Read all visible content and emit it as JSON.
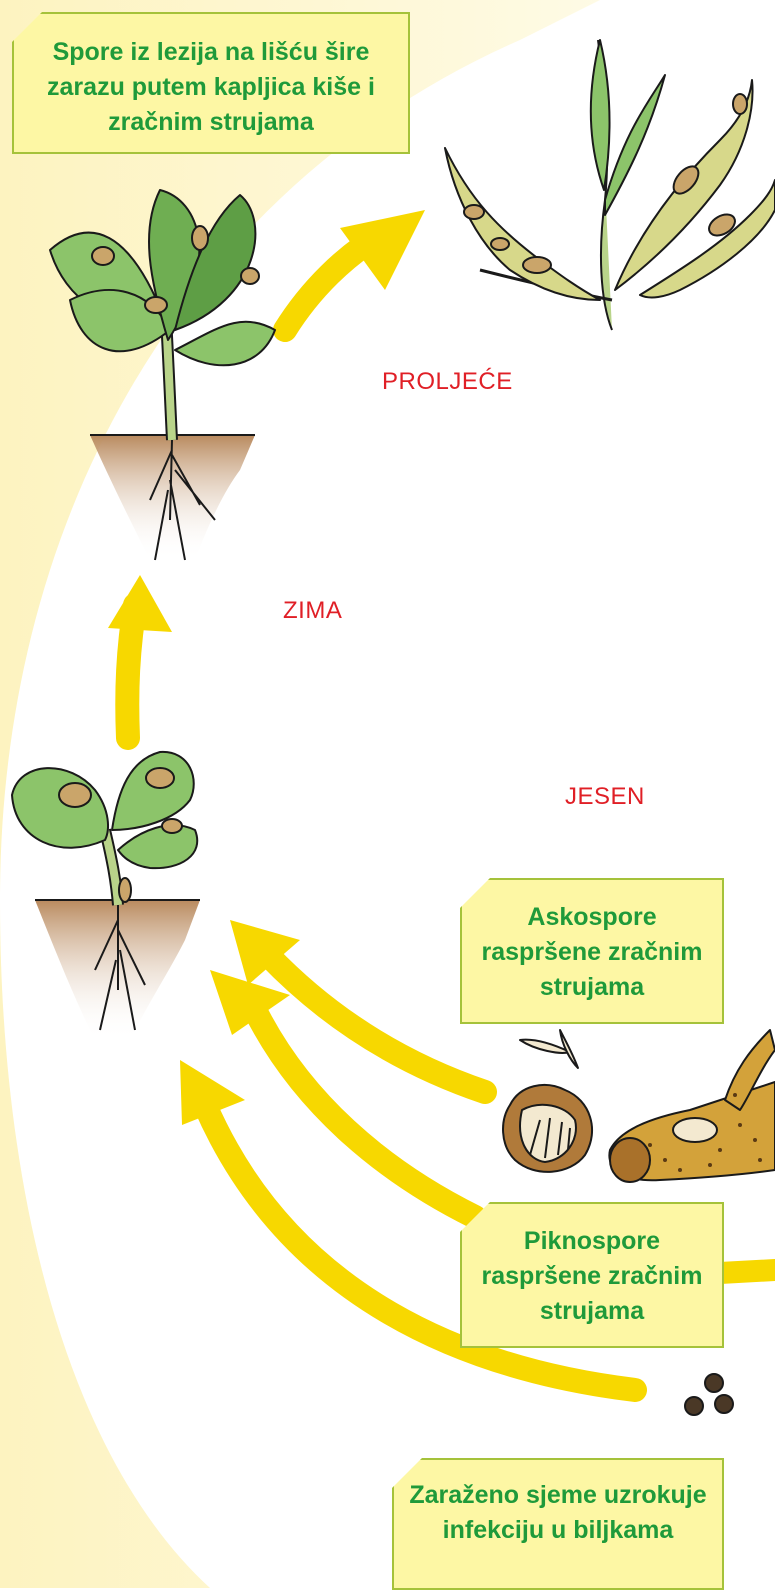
{
  "notes": {
    "spring_spread": "Spore iz lezija na lišću šire zarazu putem kapljica kiše i zračnim strujama",
    "ascospores": "Askospore raspršene zračnim strujama",
    "pycnospores": "Piknospore raspršene zračnim strujama",
    "seed": "Zaraženo sjeme uzrokuje infekciju u biljkama"
  },
  "seasons": {
    "spring": "PROLJEĆE",
    "winter": "ZIMA",
    "autumn": "JESEN"
  },
  "colors": {
    "arrow": "#f7d800",
    "leaf": "#8cc46a",
    "leaf_dark": "#5e9e45",
    "lesion": "#caa56a",
    "soil": "#c49a6c",
    "stubble": "#d3a23a",
    "note_bg": "#fdf7a4",
    "note_text": "#1f9a3a",
    "season_text": "#e01f26"
  }
}
